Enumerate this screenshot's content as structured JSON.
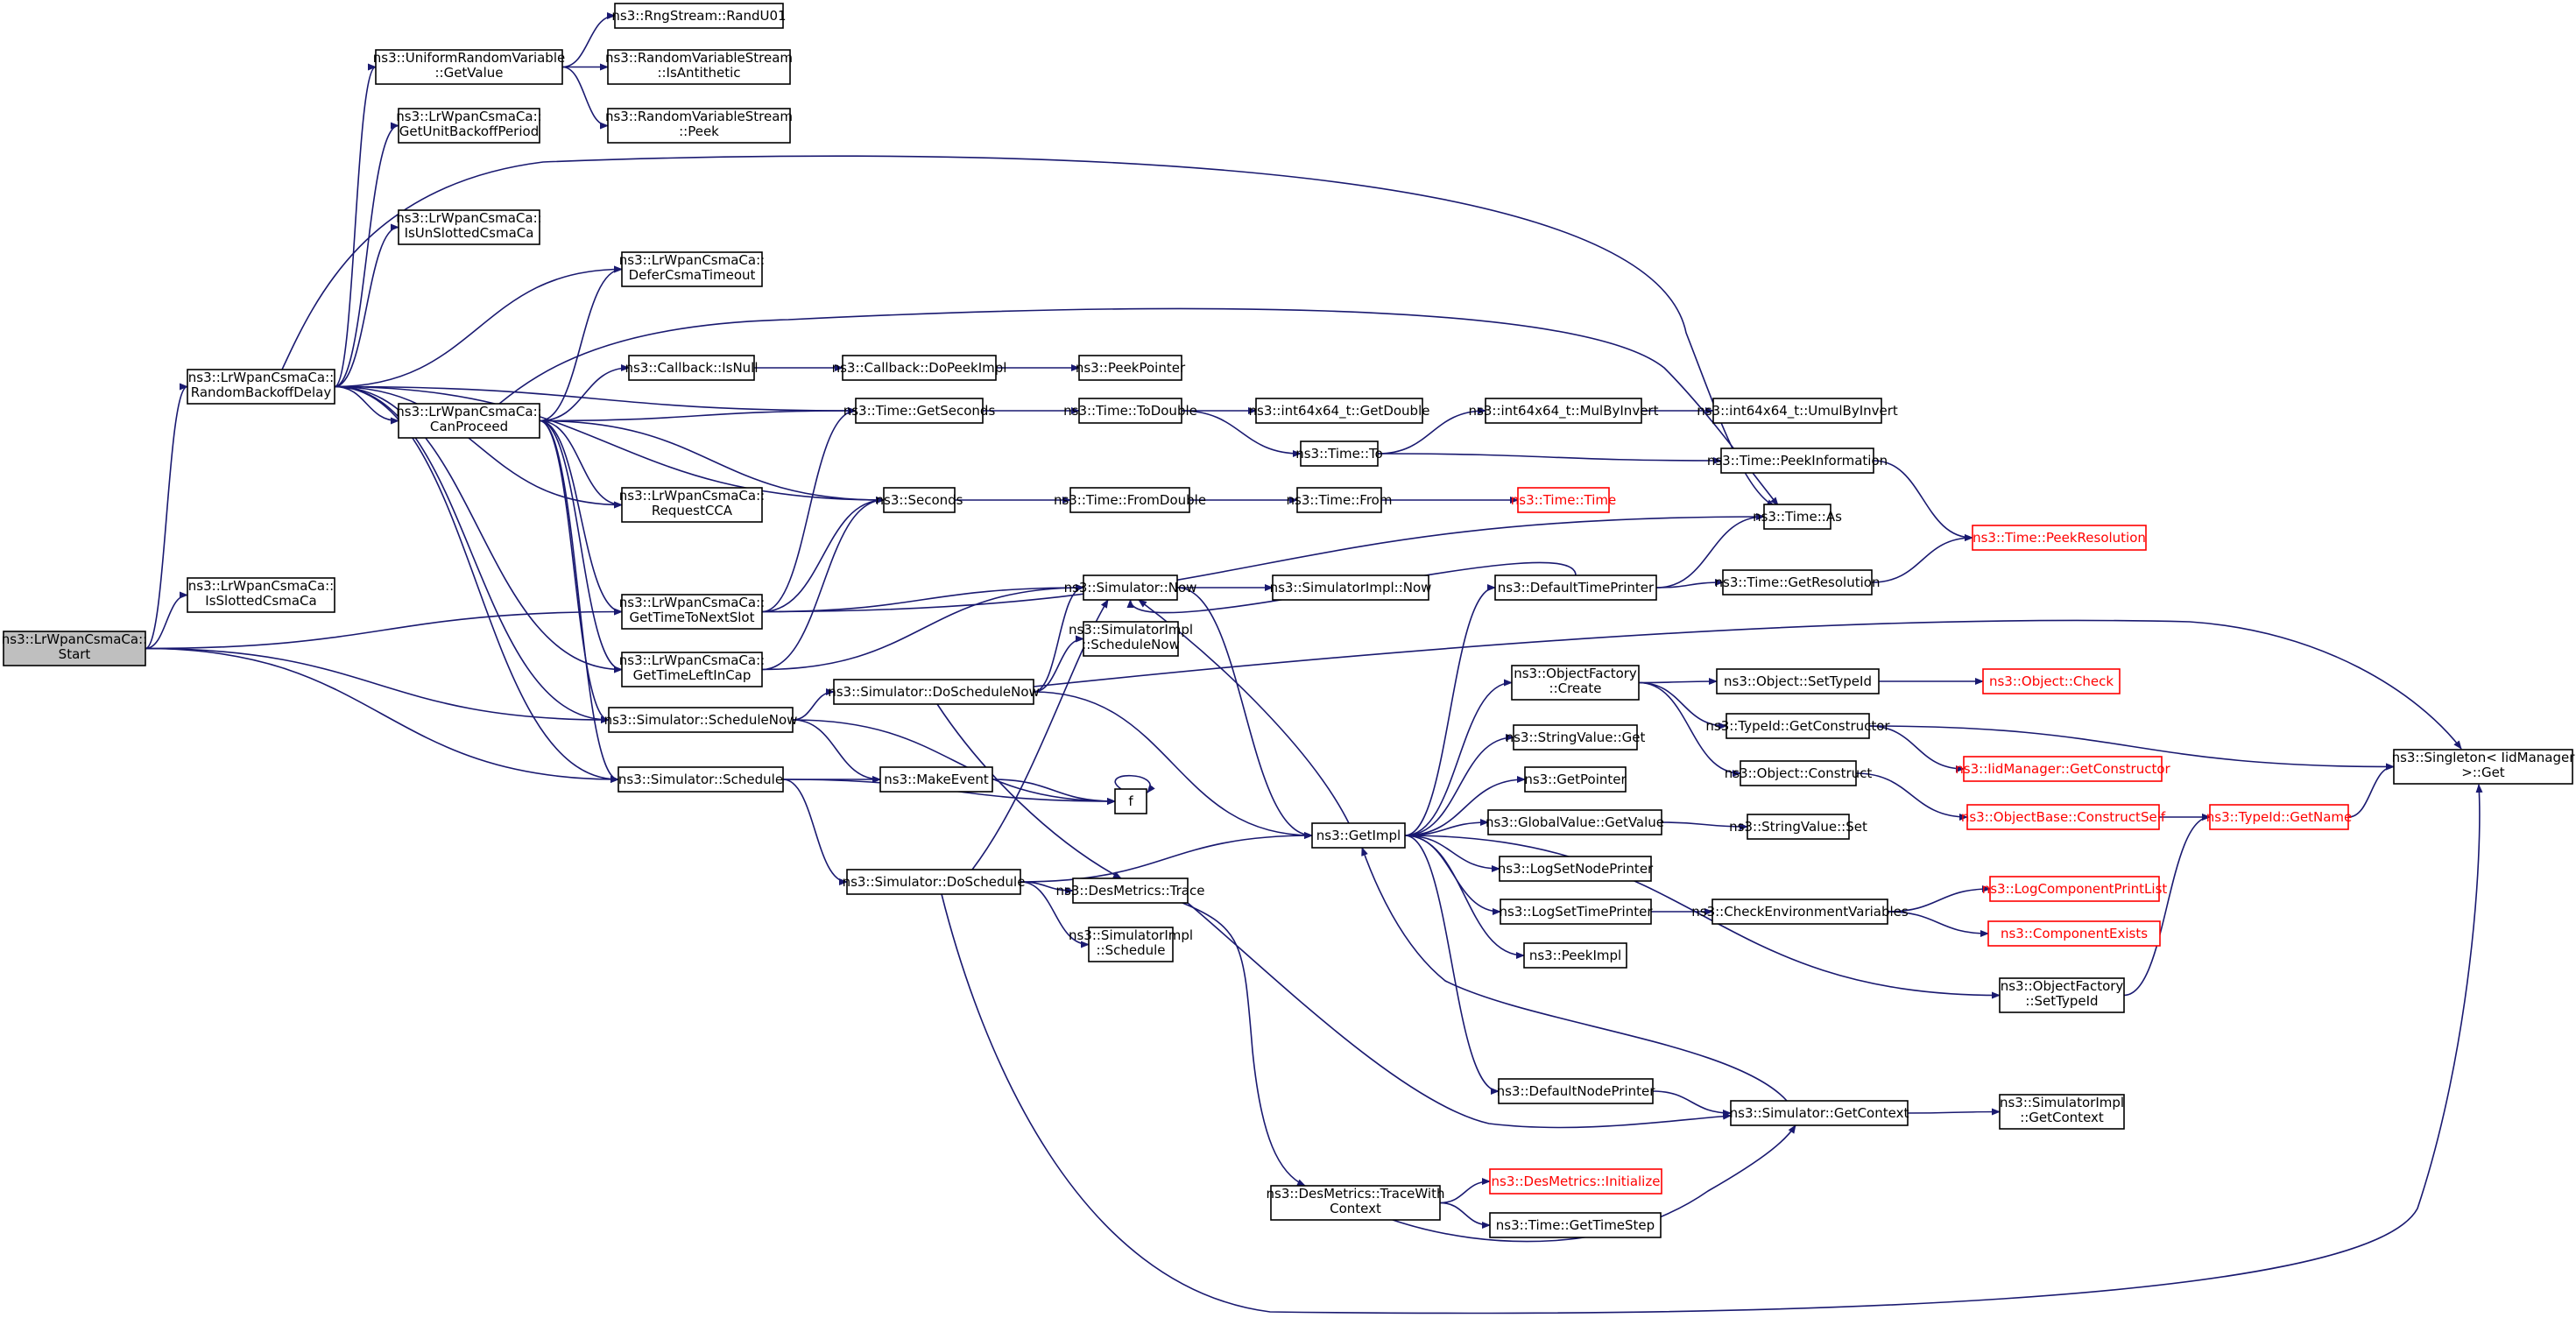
{
  "nodes": [
    {
      "id": "start",
      "label": [
        "ns3::LrWpanCsmaCa::",
        "Start"
      ],
      "root": true
    },
    {
      "id": "randomBackoff",
      "label": [
        "ns3::LrWpanCsmaCa::",
        "RandomBackoffDelay"
      ]
    },
    {
      "id": "isSlotted",
      "label": [
        "ns3::LrWpanCsmaCa::",
        "IsSlottedCsmaCa"
      ]
    },
    {
      "id": "uniformGet",
      "label": [
        "ns3::UniformRandomVariable",
        "::GetValue"
      ]
    },
    {
      "id": "getUnitBackoff",
      "label": [
        "ns3::LrWpanCsmaCa::",
        "GetUnitBackoffPeriod"
      ]
    },
    {
      "id": "isUnSlotted",
      "label": [
        "ns3::LrWpanCsmaCa::",
        "IsUnSlottedCsmaCa"
      ]
    },
    {
      "id": "canProceed",
      "label": [
        "ns3::LrWpanCsmaCa::",
        "CanProceed"
      ]
    },
    {
      "id": "getTimeToNextSlot",
      "label": [
        "ns3::LrWpanCsmaCa::",
        "GetTimeToNextSlot"
      ]
    },
    {
      "id": "getTimeLeftInCap",
      "label": [
        "ns3::LrWpanCsmaCa::",
        "GetTimeLeftInCap"
      ]
    },
    {
      "id": "scheduleNow",
      "label": [
        "ns3::Simulator::ScheduleNow"
      ]
    },
    {
      "id": "schedule",
      "label": [
        "ns3::Simulator::Schedule"
      ]
    },
    {
      "id": "randU01",
      "label": [
        "ns3::RngStream::RandU01"
      ]
    },
    {
      "id": "isAntithetic",
      "label": [
        "ns3::RandomVariableStream",
        "::IsAntithetic"
      ]
    },
    {
      "id": "peek",
      "label": [
        "ns3::RandomVariableStream",
        "::Peek"
      ]
    },
    {
      "id": "deferCsma",
      "label": [
        "ns3::LrWpanCsmaCa::",
        "DeferCsmaTimeout"
      ]
    },
    {
      "id": "requestCCA",
      "label": [
        "ns3::LrWpanCsmaCa::",
        "RequestCCA"
      ]
    },
    {
      "id": "callbackIsNull",
      "label": [
        "ns3::Callback::IsNull"
      ]
    },
    {
      "id": "callbackDoPeekImpl",
      "label": [
        "ns3::Callback::DoPeekImpl"
      ]
    },
    {
      "id": "peekPointer",
      "label": [
        "ns3::PeekPointer"
      ]
    },
    {
      "id": "timeGetSeconds",
      "label": [
        "ns3::Time::GetSeconds"
      ]
    },
    {
      "id": "timeToDouble",
      "label": [
        "ns3::Time::ToDouble"
      ]
    },
    {
      "id": "int64GetDouble",
      "label": [
        "ns3::int64x64_t::GetDouble"
      ]
    },
    {
      "id": "timeTo",
      "label": [
        "ns3::Time::To"
      ]
    },
    {
      "id": "mulByInvert",
      "label": [
        "ns3::int64x64_t::MulByInvert"
      ]
    },
    {
      "id": "umulByInvert",
      "label": [
        "ns3::int64x64_t::UmulByInvert"
      ]
    },
    {
      "id": "peekInformation",
      "label": [
        "ns3::Time::PeekInformation"
      ]
    },
    {
      "id": "seconds",
      "label": [
        "ns3::Seconds"
      ]
    },
    {
      "id": "fromDouble",
      "label": [
        "ns3::Time::FromDouble"
      ]
    },
    {
      "id": "timeFrom",
      "label": [
        "ns3::Time::From"
      ]
    },
    {
      "id": "timeTime",
      "label": [
        "ns3::Time::Time"
      ],
      "red": true
    },
    {
      "id": "timeAs",
      "label": [
        "ns3::Time::As"
      ]
    },
    {
      "id": "peekResolution",
      "label": [
        "ns3::Time::PeekResolution"
      ],
      "red": true
    },
    {
      "id": "simNow",
      "label": [
        "ns3::Simulator::Now"
      ]
    },
    {
      "id": "simImplNow",
      "label": [
        "ns3::SimulatorImpl::Now"
      ]
    },
    {
      "id": "defaultTimePrinter",
      "label": [
        "ns3::DefaultTimePrinter"
      ]
    },
    {
      "id": "getResolution",
      "label": [
        "ns3::Time::GetResolution"
      ]
    },
    {
      "id": "simImplScheduleNow",
      "label": [
        "ns3::SimulatorImpl",
        "::ScheduleNow"
      ]
    },
    {
      "id": "doScheduleNow",
      "label": [
        "ns3::Simulator::DoScheduleNow"
      ]
    },
    {
      "id": "objectFactoryCreate",
      "label": [
        "ns3::ObjectFactory",
        "::Create"
      ]
    },
    {
      "id": "setTypeId",
      "label": [
        "ns3::Object::SetTypeId"
      ]
    },
    {
      "id": "objectCheck",
      "label": [
        "ns3::Object::Check"
      ],
      "red": true
    },
    {
      "id": "getConstructor",
      "label": [
        "ns3::TypeId::GetConstructor"
      ]
    },
    {
      "id": "iidGetConstructor",
      "label": [
        "ns3::IidManager::GetConstructor"
      ],
      "red": true
    },
    {
      "id": "singletonGet",
      "label": [
        "ns3::Singleton< IidManager",
        ">::Get"
      ]
    },
    {
      "id": "stringValueGet",
      "label": [
        "ns3::StringValue::Get"
      ]
    },
    {
      "id": "objectConstruct",
      "label": [
        "ns3::Object::Construct"
      ]
    },
    {
      "id": "makeEvent",
      "label": [
        "ns3::MakeEvent"
      ]
    },
    {
      "id": "getPointer",
      "label": [
        "ns3::GetPointer"
      ]
    },
    {
      "id": "constructSelf",
      "label": [
        "ns3::ObjectBase::ConstructSelf"
      ],
      "red": true
    },
    {
      "id": "typeIdGetName",
      "label": [
        "ns3::TypeId::GetName"
      ],
      "red": true
    },
    {
      "id": "f",
      "label": [
        "f"
      ]
    },
    {
      "id": "getImpl",
      "label": [
        "ns3::GetImpl"
      ]
    },
    {
      "id": "globalValueGet",
      "label": [
        "ns3::GlobalValue::GetValue"
      ]
    },
    {
      "id": "stringValueSet",
      "label": [
        "ns3::StringValue::Set"
      ]
    },
    {
      "id": "logSetNodePrinter",
      "label": [
        "ns3::LogSetNodePrinter"
      ]
    },
    {
      "id": "doSchedule",
      "label": [
        "ns3::Simulator::DoSchedule"
      ]
    },
    {
      "id": "desTrace",
      "label": [
        "ns3::DesMetrics::Trace"
      ]
    },
    {
      "id": "logSetTimePrinter",
      "label": [
        "ns3::LogSetTimePrinter"
      ]
    },
    {
      "id": "checkEnv",
      "label": [
        "ns3::CheckEnvironmentVariables"
      ]
    },
    {
      "id": "logComponentPrintList",
      "label": [
        "ns3::LogComponentPrintList"
      ],
      "red": true
    },
    {
      "id": "componentExists",
      "label": [
        "ns3::ComponentExists"
      ],
      "red": true
    },
    {
      "id": "simImplSchedule",
      "label": [
        "ns3::SimulatorImpl",
        "::Schedule"
      ]
    },
    {
      "id": "peekImpl",
      "label": [
        "ns3::PeekImpl"
      ]
    },
    {
      "id": "factorySetTypeId",
      "label": [
        "ns3::ObjectFactory",
        "::SetTypeId"
      ]
    },
    {
      "id": "defaultNodePrinter",
      "label": [
        "ns3::DefaultNodePrinter"
      ]
    },
    {
      "id": "simGetContext",
      "label": [
        "ns3::Simulator::GetContext"
      ]
    },
    {
      "id": "simImplGetContext",
      "label": [
        "ns3::SimulatorImpl",
        "::GetContext"
      ]
    },
    {
      "id": "desInitialize",
      "label": [
        "ns3::DesMetrics::Initialize"
      ],
      "red": true
    },
    {
      "id": "traceWithContext",
      "label": [
        "ns3::DesMetrics::TraceWith",
        "Context"
      ]
    },
    {
      "id": "getTimeStep",
      "label": [
        "ns3::Time::GetTimeStep"
      ]
    }
  ],
  "edges": [
    [
      "start",
      "randomBackoff"
    ],
    [
      "start",
      "isSlotted"
    ],
    [
      "start",
      "getTimeToNextSlot"
    ],
    [
      "start",
      "scheduleNow"
    ],
    [
      "start",
      "schedule"
    ],
    [
      "randomBackoff",
      "uniformGet"
    ],
    [
      "randomBackoff",
      "getUnitBackoff"
    ],
    [
      "randomBackoff",
      "isUnSlotted"
    ],
    [
      "randomBackoff",
      "deferCsma"
    ],
    [
      "randomBackoff",
      "canProceed"
    ],
    [
      "randomBackoff",
      "requestCCA"
    ],
    [
      "randomBackoff",
      "timeGetSeconds"
    ],
    [
      "randomBackoff",
      "seconds"
    ],
    [
      "randomBackoff",
      "timeAs"
    ],
    [
      "randomBackoff",
      "getTimeLeftInCap"
    ],
    [
      "randomBackoff",
      "scheduleNow"
    ],
    [
      "randomBackoff",
      "schedule"
    ],
    [
      "uniformGet",
      "randU01"
    ],
    [
      "uniformGet",
      "isAntithetic"
    ],
    [
      "uniformGet",
      "peek"
    ],
    [
      "canProceed",
      "deferCsma"
    ],
    [
      "canProceed",
      "callbackIsNull"
    ],
    [
      "canProceed",
      "timeGetSeconds"
    ],
    [
      "canProceed",
      "seconds"
    ],
    [
      "canProceed",
      "requestCCA"
    ],
    [
      "canProceed",
      "timeAs"
    ],
    [
      "canProceed",
      "getTimeToNextSlot"
    ],
    [
      "canProceed",
      "getTimeLeftInCap"
    ],
    [
      "canProceed",
      "scheduleNow"
    ],
    [
      "canProceed",
      "schedule"
    ],
    [
      "callbackIsNull",
      "callbackDoPeekImpl"
    ],
    [
      "callbackDoPeekImpl",
      "peekPointer"
    ],
    [
      "timeGetSeconds",
      "timeToDouble"
    ],
    [
      "timeToDouble",
      "int64GetDouble"
    ],
    [
      "timeToDouble",
      "timeTo"
    ],
    [
      "timeTo",
      "mulByInvert"
    ],
    [
      "timeTo",
      "peekInformation"
    ],
    [
      "mulByInvert",
      "umulByInvert"
    ],
    [
      "peekInformation",
      "peekResolution"
    ],
    [
      "seconds",
      "fromDouble"
    ],
    [
      "fromDouble",
      "timeFrom"
    ],
    [
      "timeFrom",
      "timeTime"
    ],
    [
      "getTimeToNextSlot",
      "timeGetSeconds"
    ],
    [
      "getTimeToNextSlot",
      "seconds"
    ],
    [
      "getTimeToNextSlot",
      "simNow"
    ],
    [
      "getTimeToNextSlot",
      "timeAs"
    ],
    [
      "getTimeLeftInCap",
      "seconds"
    ],
    [
      "getTimeLeftInCap",
      "simNow"
    ],
    [
      "simNow",
      "simImplNow"
    ],
    [
      "simNow",
      "getImpl"
    ],
    [
      "defaultTimePrinter",
      "simNow"
    ],
    [
      "defaultTimePrinter",
      "timeAs"
    ],
    [
      "defaultTimePrinter",
      "getResolution"
    ],
    [
      "getResolution",
      "peekResolution"
    ],
    [
      "scheduleNow",
      "doScheduleNow"
    ],
    [
      "scheduleNow",
      "makeEvent"
    ],
    [
      "scheduleNow",
      "f"
    ],
    [
      "schedule",
      "makeEvent"
    ],
    [
      "schedule",
      "f"
    ],
    [
      "schedule",
      "doSchedule"
    ],
    [
      "makeEvent",
      "f"
    ],
    [
      "f",
      "f"
    ],
    [
      "doScheduleNow",
      "simNow"
    ],
    [
      "doScheduleNow",
      "simImplScheduleNow"
    ],
    [
      "doScheduleNow",
      "singletonGet"
    ],
    [
      "doScheduleNow",
      "getImpl"
    ],
    [
      "doScheduleNow",
      "desTrace"
    ],
    [
      "doSchedule",
      "simNow"
    ],
    [
      "doSchedule",
      "getImpl"
    ],
    [
      "doSchedule",
      "desTrace"
    ],
    [
      "doSchedule",
      "simImplSchedule"
    ],
    [
      "doSchedule",
      "singletonGet"
    ],
    [
      "getImpl",
      "defaultTimePrinter"
    ],
    [
      "getImpl",
      "objectFactoryCreate"
    ],
    [
      "getImpl",
      "stringValueGet"
    ],
    [
      "getImpl",
      "getPointer"
    ],
    [
      "getImpl",
      "globalValueGet"
    ],
    [
      "getImpl",
      "logSetNodePrinter"
    ],
    [
      "getImpl",
      "logSetTimePrinter"
    ],
    [
      "getImpl",
      "peekImpl"
    ],
    [
      "getImpl",
      "factorySetTypeId"
    ],
    [
      "getImpl",
      "defaultNodePrinter"
    ],
    [
      "getImpl",
      "simNow"
    ],
    [
      "objectFactoryCreate",
      "setTypeId"
    ],
    [
      "objectFactoryCreate",
      "getConstructor"
    ],
    [
      "objectFactoryCreate",
      "objectConstruct"
    ],
    [
      "setTypeId",
      "objectCheck"
    ],
    [
      "getConstructor",
      "iidGetConstructor"
    ],
    [
      "getConstructor",
      "singletonGet"
    ],
    [
      "objectConstruct",
      "constructSelf"
    ],
    [
      "constructSelf",
      "typeIdGetName"
    ],
    [
      "typeIdGetName",
      "singletonGet"
    ],
    [
      "globalValueGet",
      "stringValueSet"
    ],
    [
      "logSetTimePrinter",
      "checkEnv"
    ],
    [
      "checkEnv",
      "logComponentPrintList"
    ],
    [
      "checkEnv",
      "componentExists"
    ],
    [
      "factorySetTypeId",
      "typeIdGetName"
    ],
    [
      "defaultNodePrinter",
      "simGetContext"
    ],
    [
      "simGetContext",
      "getImpl"
    ],
    [
      "simGetContext",
      "simImplGetContext"
    ],
    [
      "desTrace",
      "simGetContext"
    ],
    [
      "desTrace",
      "traceWithContext"
    ],
    [
      "traceWithContext",
      "desInitialize"
    ],
    [
      "traceWithContext",
      "getTimeStep"
    ],
    [
      "traceWithContext",
      "simGetContext"
    ]
  ]
}
